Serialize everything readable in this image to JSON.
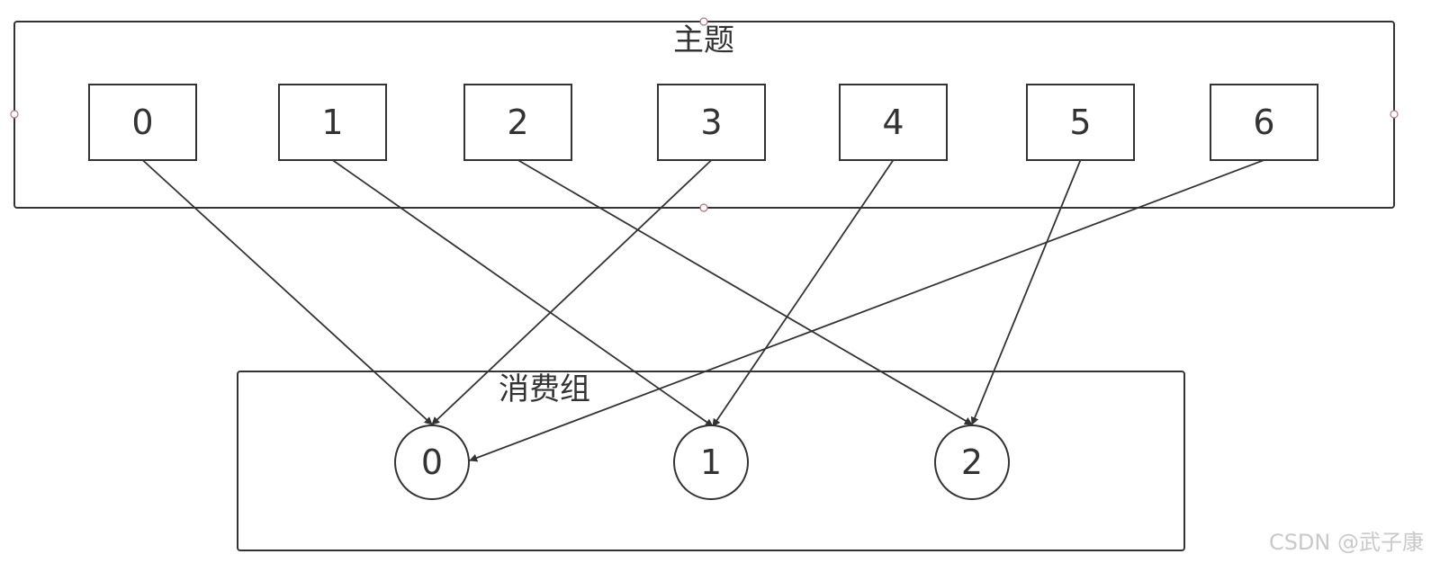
{
  "topic": {
    "title": "主题",
    "partitions": [
      "0",
      "1",
      "2",
      "3",
      "4",
      "5",
      "6"
    ]
  },
  "consumer_group": {
    "title": "消费组",
    "consumers": [
      "0",
      "1",
      "2"
    ]
  },
  "assignments": [
    {
      "partition": "0",
      "consumer": "0"
    },
    {
      "partition": "1",
      "consumer": "1"
    },
    {
      "partition": "2",
      "consumer": "2"
    },
    {
      "partition": "3",
      "consumer": "0"
    },
    {
      "partition": "4",
      "consumer": "1"
    },
    {
      "partition": "5",
      "consumer": "2"
    },
    {
      "partition": "6",
      "consumer": "0"
    }
  ],
  "watermark": "CSDN @武子康",
  "colors": {
    "stroke": "#333333",
    "handle": "#b5737f",
    "watermark": "#c9c9c9"
  }
}
